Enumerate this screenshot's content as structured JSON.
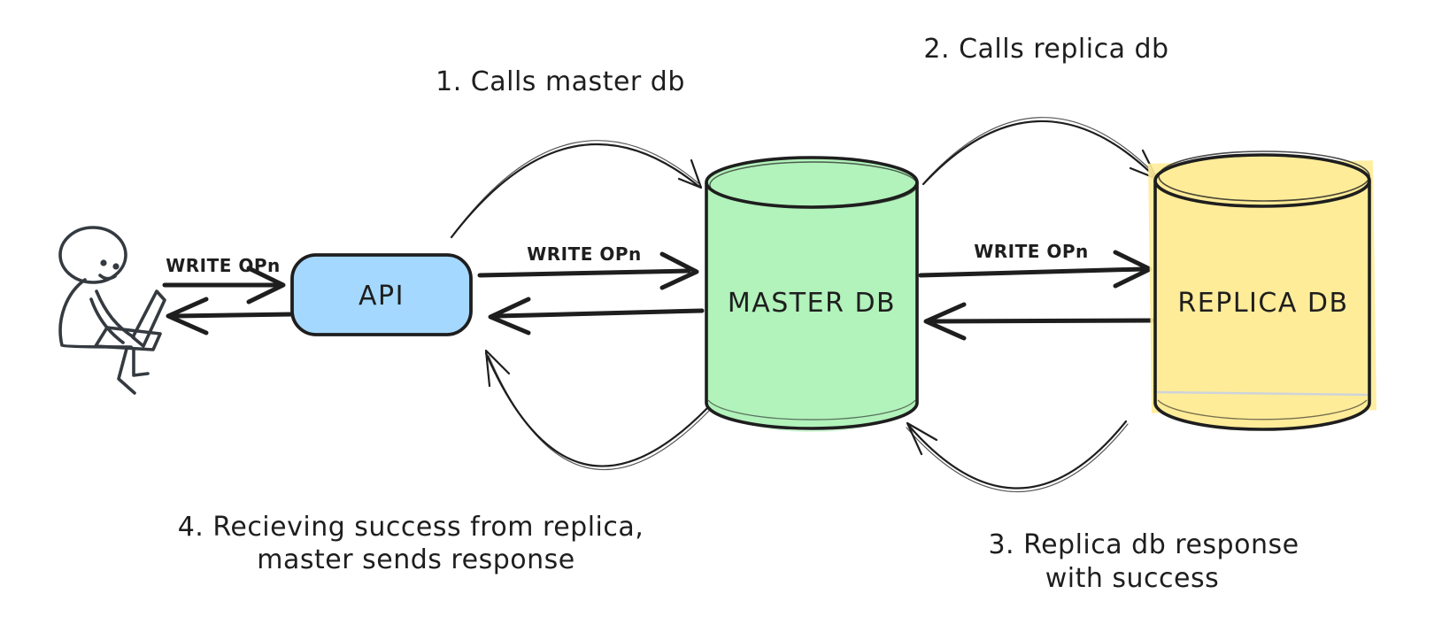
{
  "diagram": {
    "title_implicit": "Master-replica database write flow",
    "background": "#ffffff",
    "palette": {
      "stroke": "#1e1e1e",
      "figure_stroke": "#343a40",
      "red": "#e03131",
      "api_fill": "#a5d8ff",
      "master_fill": "#b2f2bb",
      "replica_fill": "#ffec99",
      "hatch": "#9aa4b2",
      "faint_line": "#ced4da"
    },
    "actor": {
      "icon": "person-with-laptop"
    },
    "nodes": {
      "api": "API",
      "master_db": "MASTER DB",
      "replica_db": "REPLICA DB"
    },
    "request_labels": {
      "user_to_api": "WRITE OPn",
      "api_to_master": "WRITE OPn",
      "master_to_replica": "WRITE OPn"
    },
    "steps": {
      "step1": "1. Calls master db",
      "step2": "2. Calls replica db",
      "step3_line1": "3. Replica db response",
      "step3_line2": "with success",
      "step4_line1": "4. Recieving success from replica,",
      "step4_line2": "master sends response"
    }
  }
}
